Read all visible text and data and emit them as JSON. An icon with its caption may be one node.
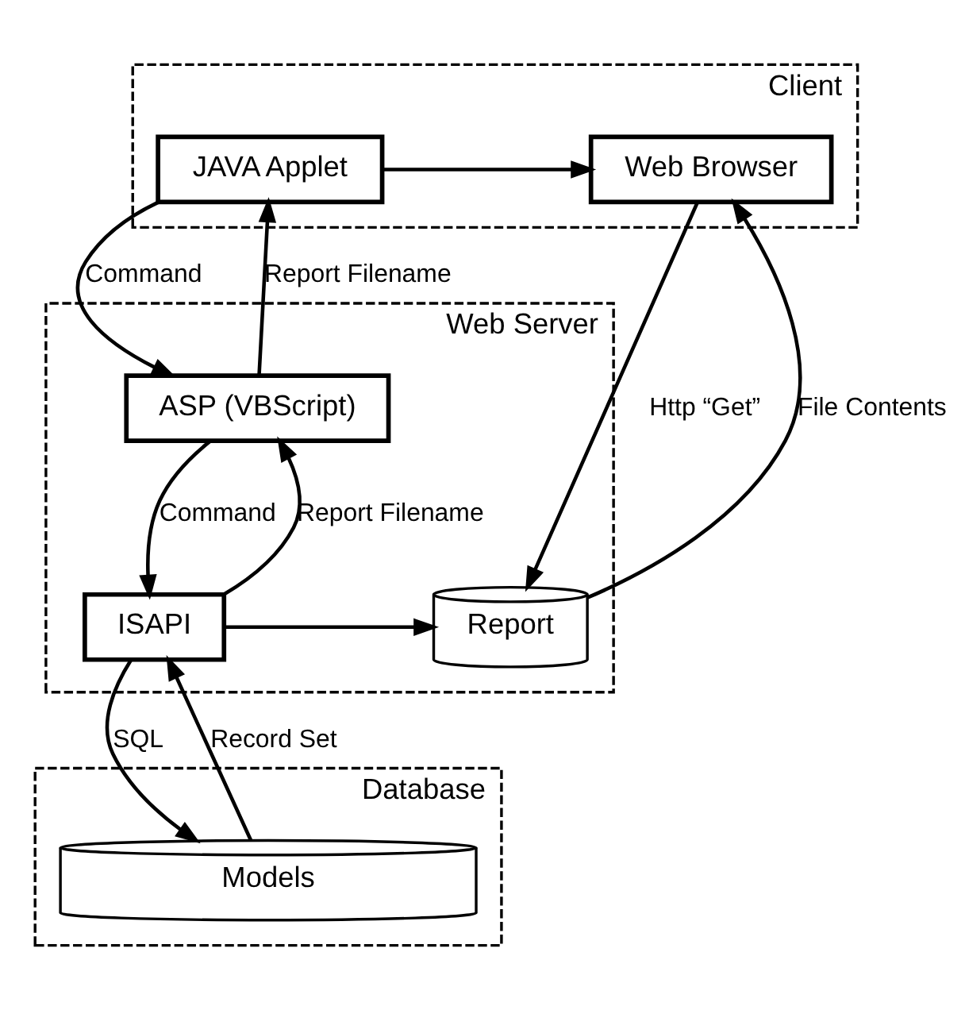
{
  "diagram": {
    "nodes": [
      {
        "text": [
          "Client"
        ]
      },
      {
        "text": [
          "JAVA Applet"
        ],
        "in": 0
      },
      {
        "text": [
          "Web Browser"
        ],
        "in": 0
      },
      {
        "text": [
          "Web Server"
        ]
      },
      {
        "text": [
          "ASP (VBScript)"
        ],
        "in": 3
      },
      {
        "text": [
          "ISAPI"
        ],
        "in": 3
      },
      {
        "text": [
          "Report"
        ],
        "in": 3
      },
      {
        "text": [
          "Database"
        ]
      },
      {
        "text": [
          "Models"
        ],
        "in": 7
      }
    ],
    "edges": [
      {
        "from": 1,
        "to": 2,
        "arrow": "to"
      },
      {
        "from": 1,
        "to": 4,
        "arrow": "to",
        "label": "Command"
      },
      {
        "from": 4,
        "to": 1,
        "arrow": "to",
        "label": "Report Filename"
      },
      {
        "from": 2,
        "to": 6,
        "arrow": "to",
        "label": "Http “Get”"
      },
      {
        "from": 6,
        "to": 2,
        "arrow": "to",
        "label": "File Contents"
      },
      {
        "from": 4,
        "to": 5,
        "arrow": "to",
        "label": "Command"
      },
      {
        "from": 5,
        "to": 4,
        "arrow": "to",
        "label": "Report Filename"
      },
      {
        "from": 5,
        "to": 6,
        "arrow": "to"
      },
      {
        "from": 5,
        "to": 8,
        "arrow": "to",
        "label": "SQL"
      },
      {
        "from": 8,
        "to": 5,
        "arrow": "to",
        "label": "Record Set"
      }
    ]
  }
}
